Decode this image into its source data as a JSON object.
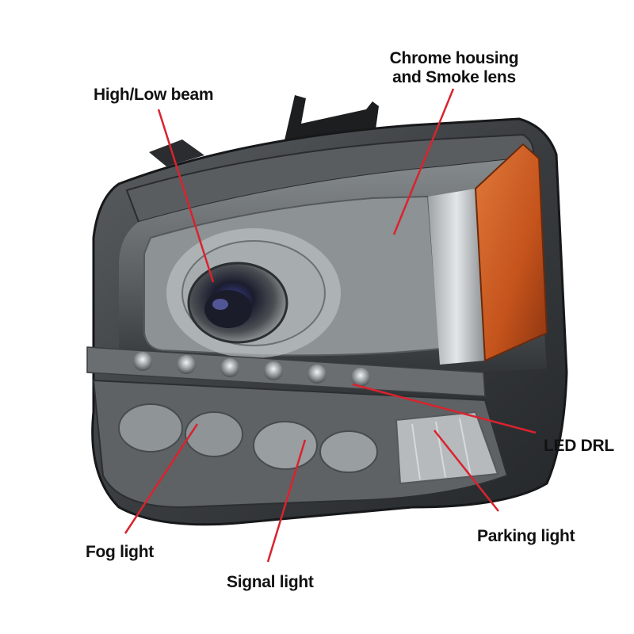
{
  "colors": {
    "callout_line": "#d9232e",
    "label_text": "#111111",
    "background": "#ffffff",
    "housing": "#3a3d40",
    "housing_dark": "#1e2022",
    "lens_smoke": "#6f7376",
    "chrome": "#b9bdc0",
    "amber": "#c4531c"
  },
  "callouts": {
    "chrome_housing": {
      "line1": "Chrome housing",
      "line2": "and Smoke lens"
    },
    "high_low_beam": {
      "label": "High/Low beam"
    },
    "led_drl": {
      "label": "LED DRL"
    },
    "parking_light": {
      "label": "Parking light"
    },
    "fog_light": {
      "label": "Fog light"
    },
    "signal_light": {
      "label": "Signal light"
    }
  },
  "icons": {
    "headlight": "headlight-assembly-icon"
  }
}
